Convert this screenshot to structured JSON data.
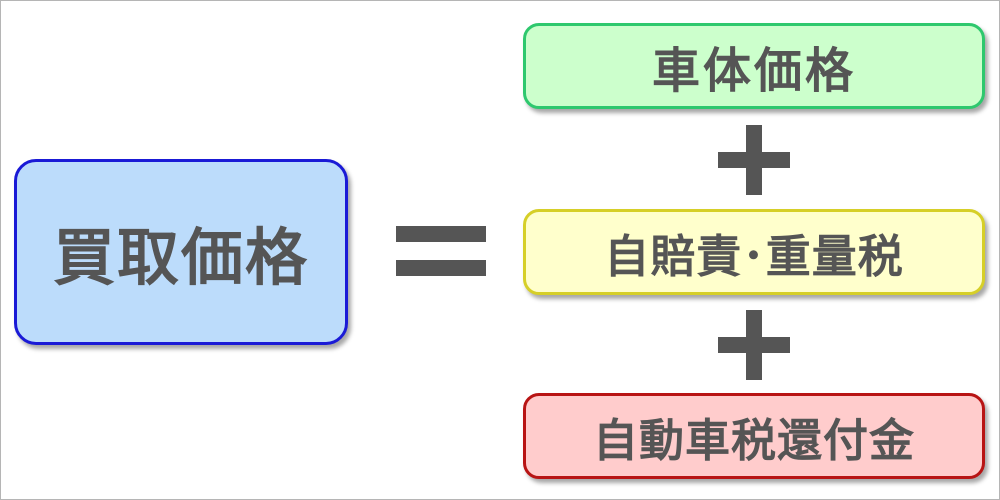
{
  "diagram": {
    "main_label": "買取価格",
    "operator_equals": "=",
    "operator_plus": "+",
    "components": [
      {
        "label": "車体価格",
        "color": "#ccffcc",
        "border": "#2ec86e"
      },
      {
        "label": "自賠責･重量税",
        "color": "#ffffcc",
        "border": "#d6cf28"
      },
      {
        "label": "自動車税還付金",
        "color": "#ffcccc",
        "border": "#b81414"
      }
    ],
    "main_color": "#bcdcfb",
    "main_border": "#1a1ad6",
    "text_color": "#555555"
  }
}
